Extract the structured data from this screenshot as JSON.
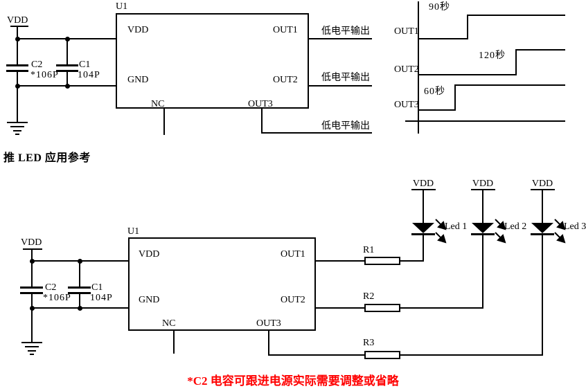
{
  "top_circuit": {
    "supply_label": "VDD",
    "chip_ref": "U1",
    "pin_vdd": "VDD",
    "pin_gnd": "GND",
    "pin_nc": "NC",
    "pin_out1": "OUT1",
    "pin_out2": "OUT2",
    "pin_out3": "OUT3",
    "c2_ref": "C2",
    "c2_value": "*106P",
    "c1_ref": "C1",
    "c1_value": "104P",
    "out1_note": "低电平输出",
    "out2_note": "低电平输出",
    "out3_note": "低电平输出"
  },
  "waveform": {
    "out1_label": "OUT1",
    "out1_time": "90秒",
    "out2_label": "OUT2",
    "out2_time": "120秒",
    "out3_label": "OUT3",
    "out3_time": "60秒"
  },
  "section_title": "推 LED 应用参考",
  "bottom_circuit": {
    "supply_label": "VDD",
    "chip_ref": "U1",
    "pin_vdd": "VDD",
    "pin_gnd": "GND",
    "pin_nc": "NC",
    "pin_out1": "OUT1",
    "pin_out2": "OUT2",
    "pin_out3": "OUT3",
    "c2_ref": "C2",
    "c2_value": "*106P",
    "c1_ref": "C1",
    "c1_value": "104P",
    "r1": "R1",
    "r2": "R2",
    "r3": "R3",
    "led1_supply": "VDD",
    "led2_supply": "VDD",
    "led3_supply": "VDD",
    "led1_label": "Led 1",
    "led2_label": "Led 2",
    "led3_label": "Led 3"
  },
  "footnote_text": "*C2 电容可跟进电源实际需要调整或省略",
  "colors": {
    "line": "#000000",
    "background": "#FFFFFF",
    "note": "#FF0000"
  }
}
